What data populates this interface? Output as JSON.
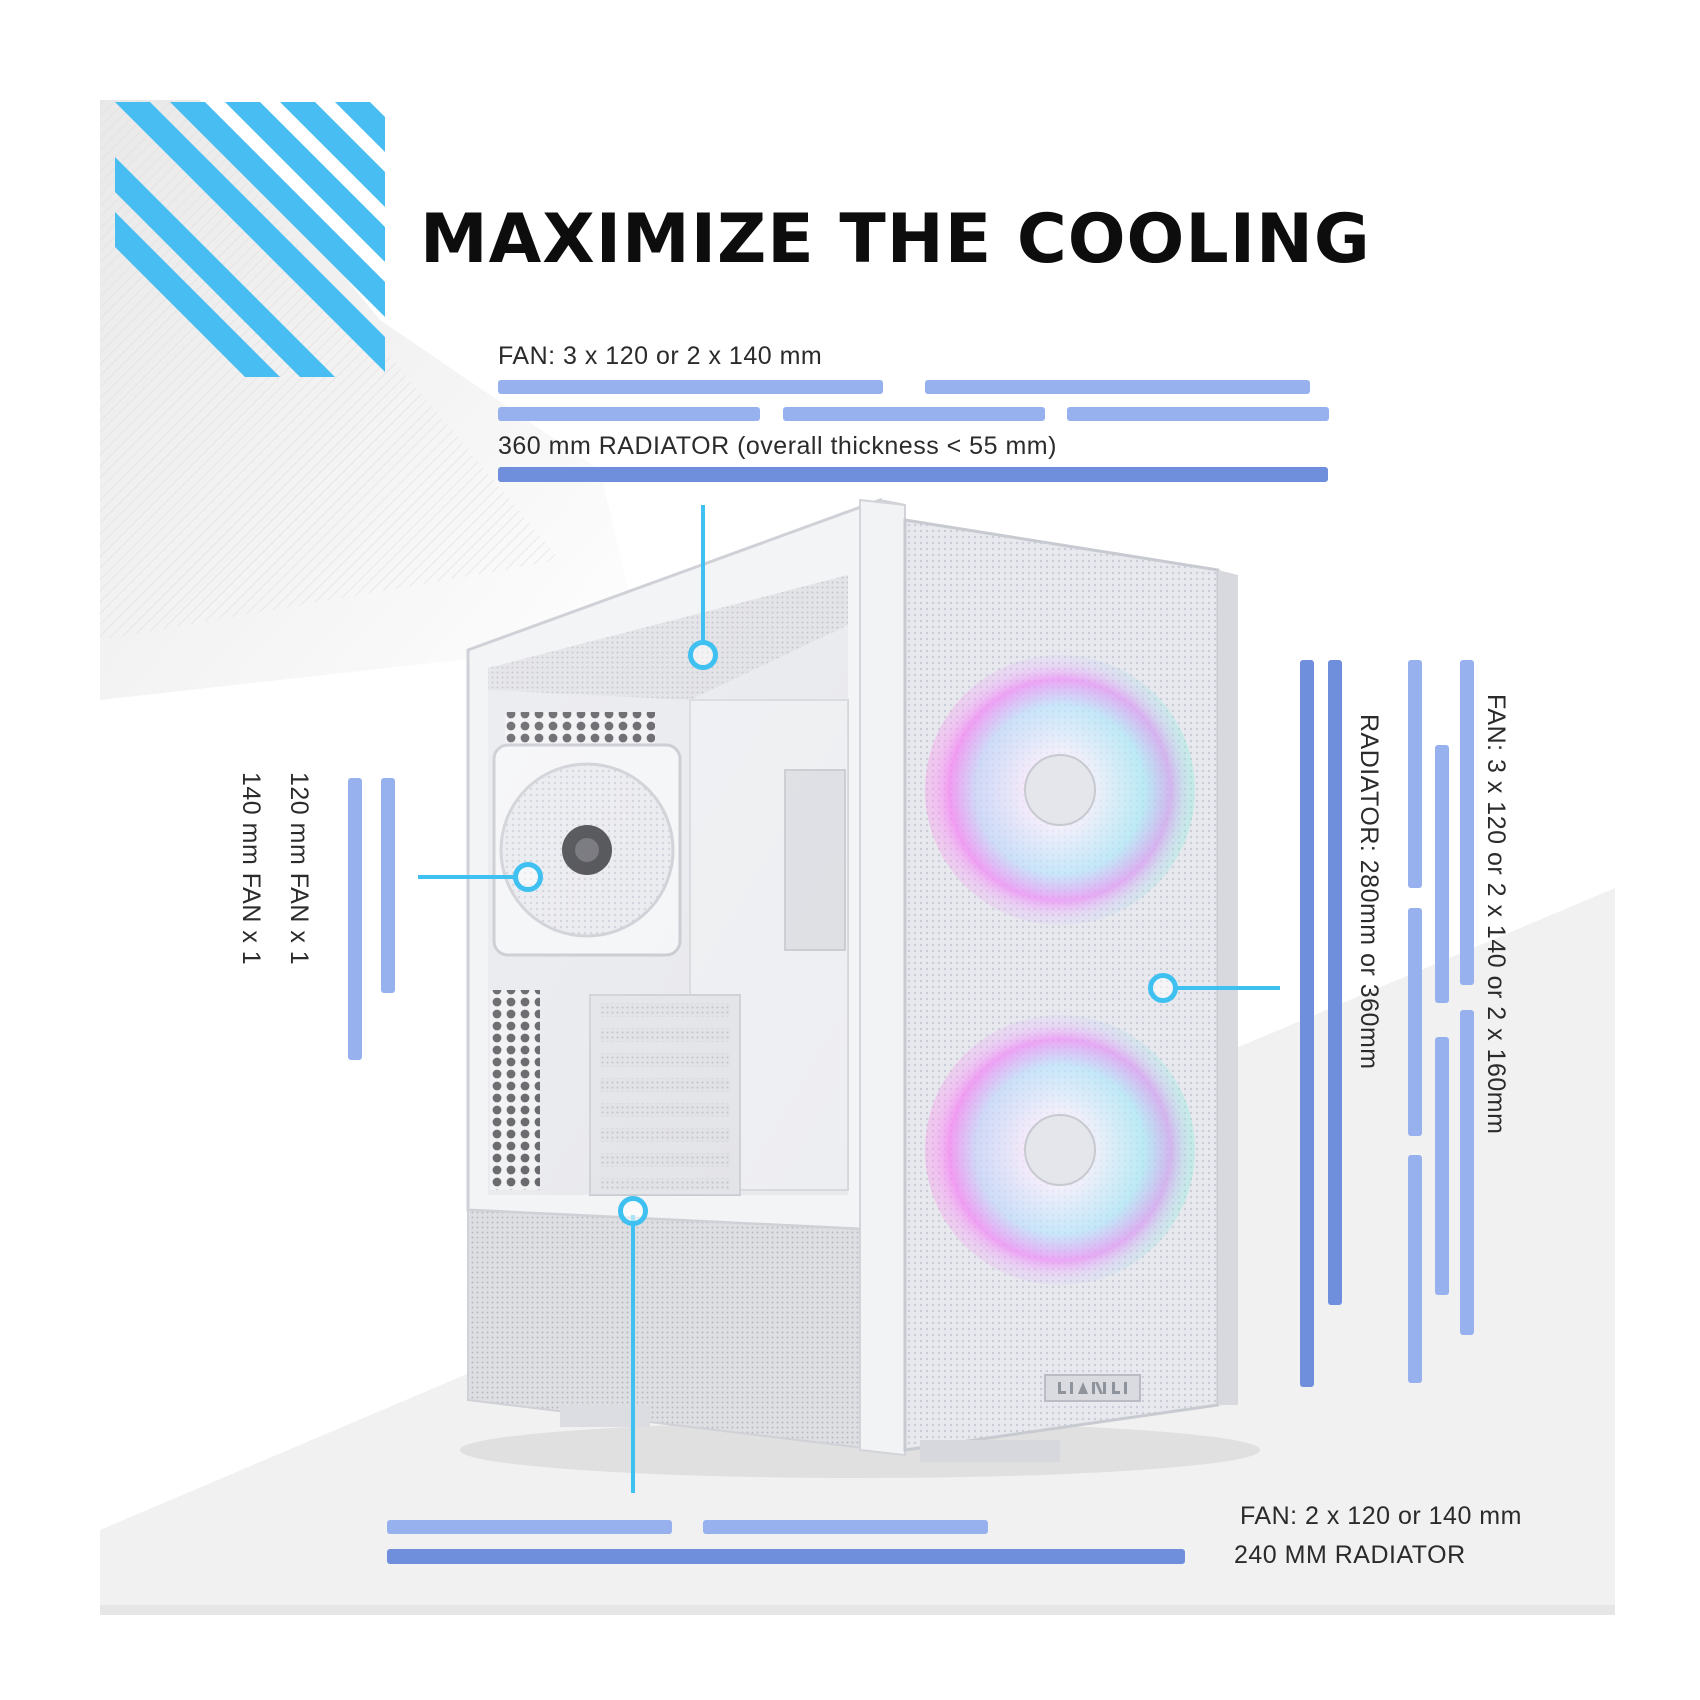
{
  "headline": "MAXIMIZE THE COOLING",
  "colors": {
    "accent": "#3ec0f0",
    "bar_light": "#97b0ee",
    "bar_dark": "#6f8fdc",
    "headline": "#0d0d0d"
  },
  "specs": {
    "top_fan": "FAN: 3 x 120  or 2 x 140 mm",
    "top_radiator": "360 mm RADIATOR (overall thickness < 55 mm)",
    "rear_fan_120": "120 mm FAN x 1",
    "rear_fan_140": "140 mm FAN x 1",
    "front_radiator": "RADIATOR: 280mm or 360mm",
    "front_fan": "FAN: 3 x 120  or 2 x 140 or 2 x 160mm",
    "bottom_fan": "FAN: 2 x 120 or 140 mm",
    "bottom_radiator": "240 MM RADIATOR"
  },
  "brand_logo": "LIAN LI"
}
